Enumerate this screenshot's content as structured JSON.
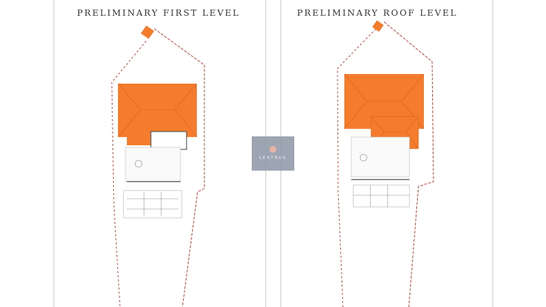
{
  "plans": [
    {
      "title": "PRELIMINARY FIRST LEVEL"
    },
    {
      "title": "PRELIMINARY ROOF LEVEL"
    }
  ],
  "watermark": {
    "text": "LEXTRUS"
  },
  "colors": {
    "roof": "#f47c2c",
    "boundary": "#c0392b",
    "grid": "#c9c9c9"
  }
}
